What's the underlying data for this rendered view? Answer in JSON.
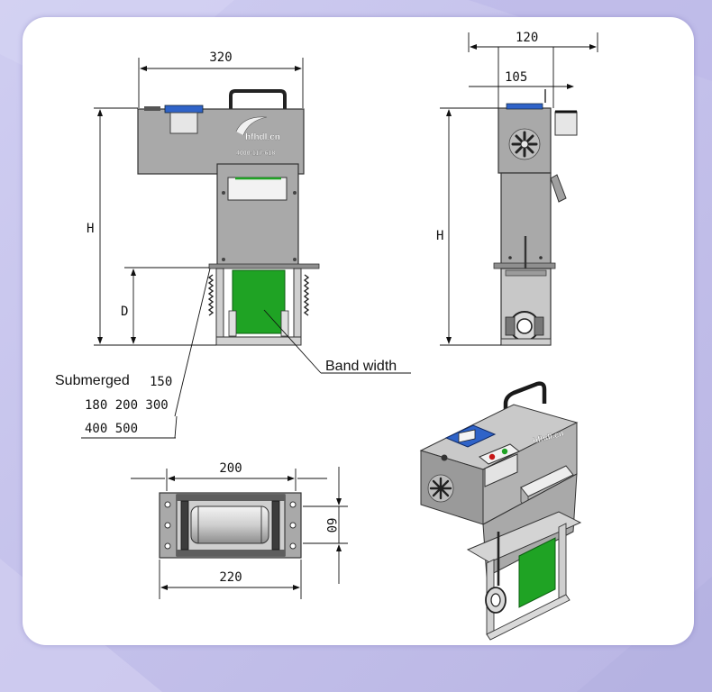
{
  "front_view": {
    "width_dim": "320",
    "height_dim": "H",
    "depth_dim": "D",
    "logo_text": "hfhdl.cn",
    "phone_text": "4000-117-618"
  },
  "side_view": {
    "dim_outer": "120",
    "dim_inner": "105",
    "height_dim": "H"
  },
  "labels": {
    "band_width": "Band width",
    "submerged": "Submerged",
    "submerged_opts": [
      "150",
      "180 200 300",
      "400 500"
    ]
  },
  "top_view": {
    "dim_top": "200",
    "dim_bottom": "220",
    "dim_side": "60"
  },
  "iso_view": {
    "logo_text": "hfhdl.cn"
  },
  "colors": {
    "background": "#c4c1ea",
    "panel": "#ffffff",
    "body_gray": "#a9a9a9",
    "belt_green": "#1fa324",
    "control_blue": "#2f63c8"
  }
}
